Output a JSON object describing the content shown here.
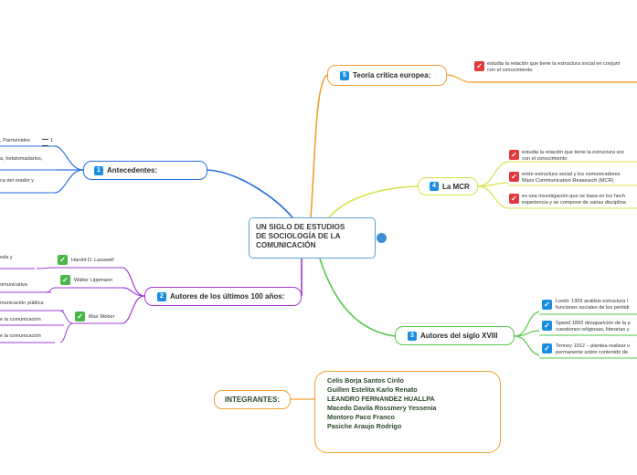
{
  "central": {
    "line1": "UN SIGLO DE ESTUDIOS",
    "line2": "DE SOCIOLOGÍA DE LA",
    "line3": "COMUNICACIÓN"
  },
  "branches": {
    "teoria": {
      "number": "5",
      "label": "Teoría critica europea:",
      "leaf": [
        "estudia la relación que tiene la estructura social en conjunt",
        "con el conocimiento"
      ]
    },
    "mcr": {
      "number": "4",
      "label": "La MCR",
      "leaves": [
        [
          "estudia la relación que tiene la estructura soc",
          "con el conocimiento"
        ],
        [
          "entre estructura social y los comunicadores",
          "Mass Communication Reasearch (MCR)"
        ],
        [
          "es una investigación que se basa en los hech",
          "experiencia y se compone de varias disciplina"
        ]
      ]
    },
    "siglo": {
      "number": "3",
      "label": "Autores del siglo XVIII",
      "leaves": [
        [
          "Loebl- 1903 análisis estructura i",
          "funciones sociales de los periódi"
        ],
        [
          "Speed 1893 desaparición de la p",
          "cuestiones religiosas, literarias y"
        ],
        [
          "Tenney 1912 – plantea realizar u",
          "permanente sobre contenido de"
        ]
      ]
    },
    "antecedentes": {
      "number": "1",
      "label": "Antecedentes:",
      "leaves": [
        ", Parménides",
        "a, hebdomadarios,",
        "ca del orador y"
      ],
      "badge": "1"
    },
    "autores100": {
      "number": "2",
      "label": "Autores de los últimos 100 años:",
      "authors": [
        "Harold D. Lasswell",
        "Walter Lippmann",
        "Max Weber"
      ],
      "leaves": [
        "eda y",
        "omunicativa",
        "municación pública",
        "e la comunicación",
        "e la comunicación"
      ]
    }
  },
  "integrantes": {
    "label": "INTEGRANTES:",
    "members": [
      "Celis Borja Santos Cirilo",
      "Guillen Estelita Karlo Renato",
      "LEANDRO FERNANDEZ HUALLPA",
      "Macedo Davila Rossmery Yessenia",
      "Montoro Paco Franco",
      "Pasiche Araujo Rodrigo"
    ]
  },
  "colors": {
    "orange": "#f0a030",
    "yellowgreen": "#d8e24a",
    "green": "#55c84a",
    "blue": "#2a6fe0",
    "purple": "#a23ad8",
    "check_red": "#e0393e",
    "check_green": "#49b848",
    "check_blue": "#1b8ee0"
  }
}
